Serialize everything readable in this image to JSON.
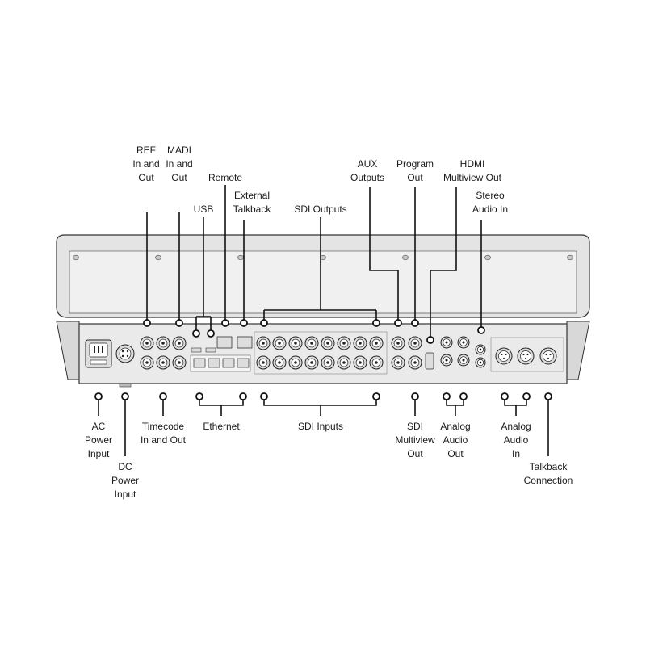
{
  "diagram": {
    "top_labels": {
      "ref": "REF\nIn and\nOut",
      "madi": "MADI\nIn and\nOut",
      "remote": "Remote",
      "usb": "USB",
      "ext_talkback": "External\nTalkback",
      "sdi_outputs": "SDI Outputs",
      "aux": "AUX\nOutputs",
      "program": "Program\nOut",
      "hdmi": "HDMI\nMultiview Out",
      "stereo": "Stereo\nAudio In"
    },
    "bottom_labels": {
      "ac": "AC\nPower\nInput",
      "dc": "DC\nPower\nInput",
      "timecode": "Timecode\nIn and Out",
      "ethernet": "Ethernet",
      "sdi_inputs": "SDI Inputs",
      "sdi_multiview": "SDI\nMultiview\nOut",
      "analog_out": "Analog\nAudio\nOut",
      "analog_in": "Analog\nAudio\nIn",
      "talkback": "Talkback\nConnection"
    }
  }
}
